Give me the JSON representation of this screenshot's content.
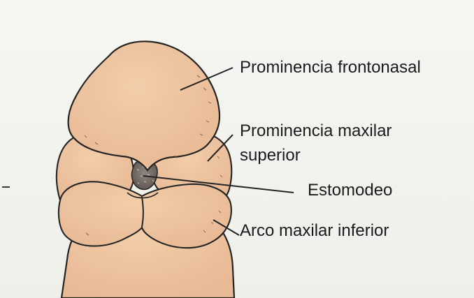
{
  "diagram": {
    "labels": {
      "frontonasal": "Prominencia frontonasal",
      "maxilar_superior_line1": "Prominencia maxilar",
      "maxilar_superior_line2": "superior",
      "estomodeo": "Estomodeo",
      "arco_maxilar_inferior": "Arco maxilar inferior"
    },
    "colors": {
      "tissue": "#efc39f",
      "tissue_dark": "#d9a987",
      "outline": "#242424",
      "stomodeum": "#6e625b",
      "background": "#f3f3ef"
    }
  }
}
